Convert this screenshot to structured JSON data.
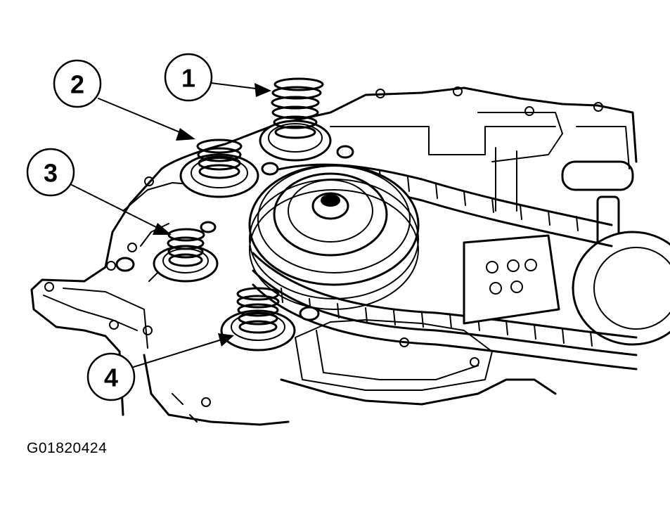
{
  "callouts": [
    {
      "id": "1",
      "label": "1"
    },
    {
      "id": "2",
      "label": "2"
    },
    {
      "id": "3",
      "label": "3"
    },
    {
      "id": "4",
      "label": "4"
    }
  ],
  "figure_id": "G01820424"
}
